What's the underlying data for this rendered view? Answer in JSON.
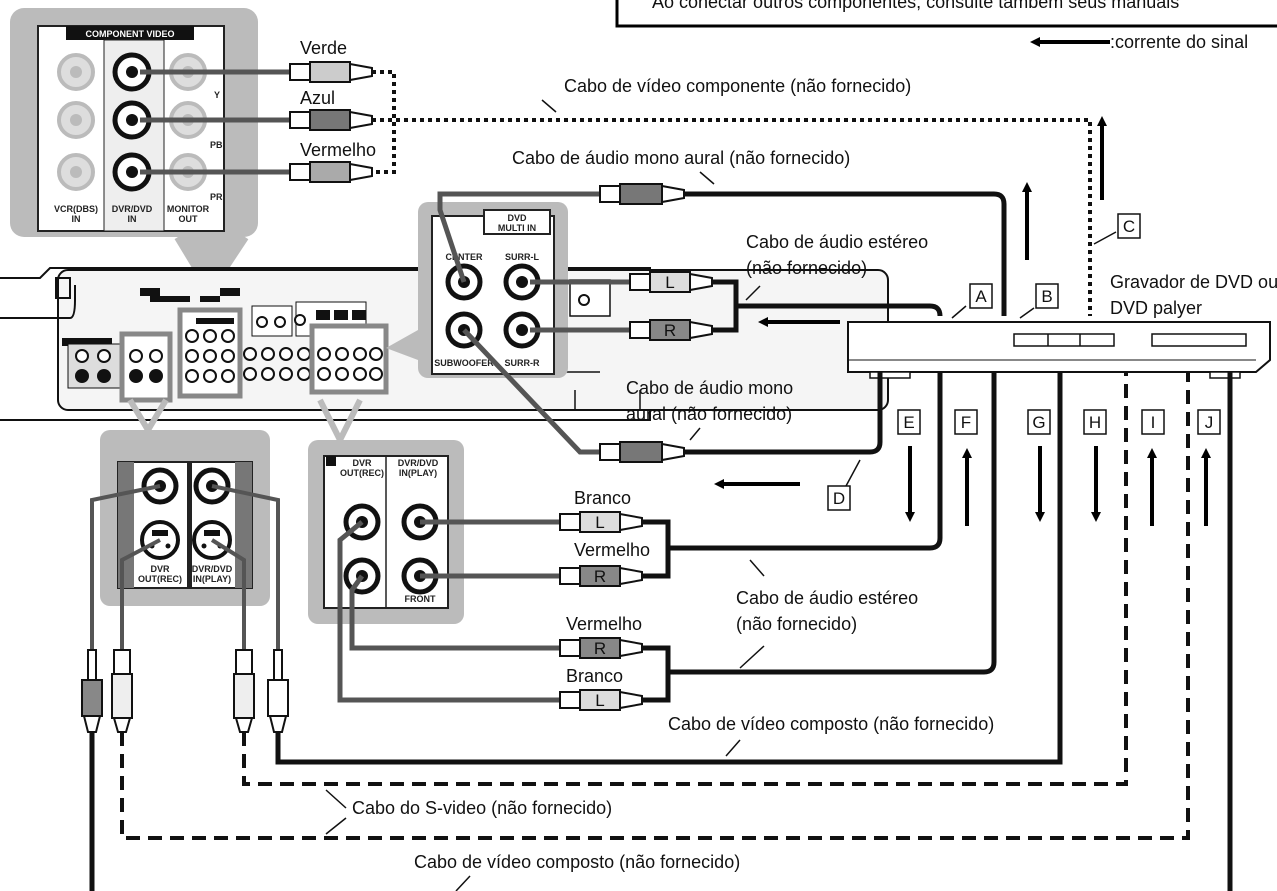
{
  "note_text": "Ao conectar outros componentes, consulte também seus manuais",
  "legend_text": ":corrente do sinal",
  "component_panel": {
    "header": "COMPONENT VIDEO",
    "y": "Y",
    "pb": "PB",
    "pr": "PR",
    "col1": [
      "VCR(DBS)",
      "IN"
    ],
    "col2": [
      "DVR/DVD",
      "IN"
    ],
    "col3": [
      "MONITOR",
      "OUT"
    ]
  },
  "colors_component": [
    "Verde",
    "Azul",
    "Vermelho"
  ],
  "multi_panel": {
    "header": [
      "DVD",
      "MULTI IN"
    ],
    "center": "CENTER",
    "surr_l": "SURR-L",
    "subwoofer": "SUBWOOFER",
    "surr_r": "SURR-R"
  },
  "svideo_panel": {
    "dvr_out": [
      "DVR",
      "OUT(REC)"
    ],
    "dvd_in": [
      "DVR/DVD",
      "IN(PLAY)"
    ]
  },
  "audio_panel": {
    "dvr_out": [
      "DVR",
      "OUT(REC)"
    ],
    "dvd_in": [
      "DVR/DVD",
      "IN(PLAY)"
    ],
    "front": "FRONT"
  },
  "cables": {
    "component_video": "Cabo de vídeo componente (não fornecido)",
    "mono_top": "Cabo de áudio mono aural (não fornecido)",
    "stereo_top": [
      "Cabo de áudio estéreo",
      "(não fornecido)"
    ],
    "mono_mid": [
      "Cabo de áudio mono",
      "aural  (não fornecido)"
    ],
    "stereo_mid": [
      "Cabo de áudio estéreo",
      "(não fornecido)"
    ],
    "composite_1": "Cabo de vídeo composto (não fornecido)",
    "svideo": "Cabo do S-video (não fornecido)",
    "composite_2": "Cabo de vídeo composto (não fornecido)"
  },
  "device_label": [
    "Gravador de DVD ou",
    "DVD palyer"
  ],
  "plug_colors": {
    "branco_1": "Branco",
    "vermelho_1": "Vermelho",
    "vermelho_2": "Vermelho",
    "branco_2": "Branco"
  },
  "plug_letters": {
    "l": "L",
    "r": "R"
  },
  "box_letters": [
    "A",
    "B",
    "C",
    "D",
    "E",
    "F",
    "G",
    "H",
    "I",
    "J"
  ]
}
